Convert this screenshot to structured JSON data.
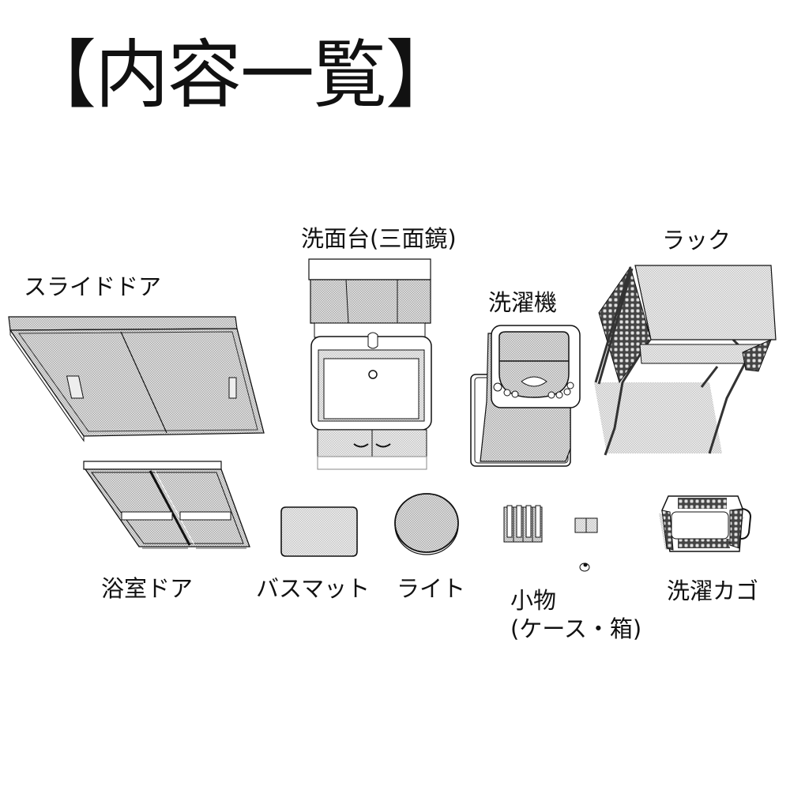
{
  "title": "【内容一覧】",
  "items": [
    {
      "id": "slide-door",
      "label": "スライドドア"
    },
    {
      "id": "washstand",
      "label": "洗面台(三面鏡)"
    },
    {
      "id": "washing-machine",
      "label": "洗濯機"
    },
    {
      "id": "rack",
      "label": "ラック"
    },
    {
      "id": "bathroom-door",
      "label": "浴室ドア"
    },
    {
      "id": "bath-mat",
      "label": "バスマット"
    },
    {
      "id": "light",
      "label": "ライト"
    },
    {
      "id": "small-items",
      "label": "小物\n(ケース・箱)"
    },
    {
      "id": "laundry-basket",
      "label": "洗濯カゴ"
    }
  ],
  "colors": {
    "ink": "#111111",
    "tone": "#c8c8c8",
    "background": "#ffffff"
  }
}
